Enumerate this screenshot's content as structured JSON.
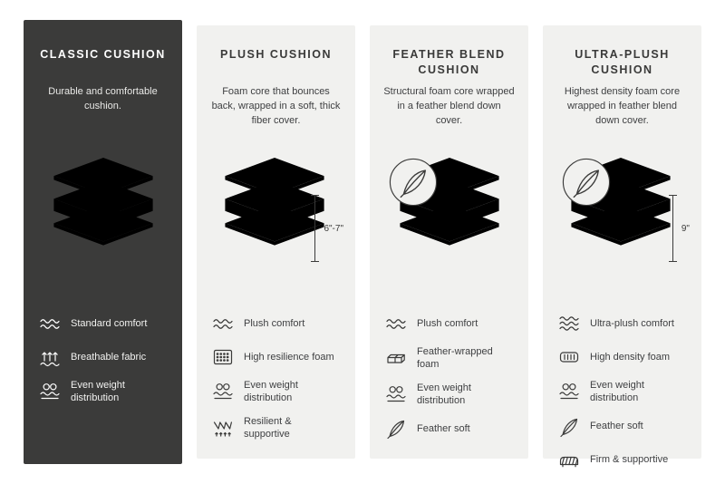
{
  "colors": {
    "dark_panel": "#3b3b3a",
    "light_panel": "#f1f1ef",
    "foam_top": "#c9e6ee",
    "foam_side": "#def0f5",
    "line_dark": "#3b3b3a",
    "line_light": "#ffffff"
  },
  "columns": [
    {
      "title": "CLASSIC CUSHION",
      "description": "Durable and comfortable cushion.",
      "features": [
        {
          "icon": "waves-icon",
          "label": "Standard comfort"
        },
        {
          "icon": "breathable-icon",
          "label": "Breathable fabric"
        },
        {
          "icon": "weight-distribution-icon",
          "label": "Even weight distribution"
        }
      ]
    },
    {
      "title": "PLUSH CUSHION",
      "description": "Foam core that bounces back, wrapped in a soft, thick fiber cover.",
      "height_label": "6\"-7\"",
      "features": [
        {
          "icon": "waves-icon",
          "label": "Plush comfort"
        },
        {
          "icon": "foam-bubbles-icon",
          "label": "High resilience foam"
        },
        {
          "icon": "weight-distribution-icon",
          "label": "Even weight distribution"
        },
        {
          "icon": "spring-icon",
          "label": "Resilient & supportive"
        }
      ]
    },
    {
      "title": "FEATHER BLEND CUSHION",
      "description": "Structural foam core wrapped in a feather blend down cover.",
      "features": [
        {
          "icon": "waves-icon",
          "label": "Plush comfort"
        },
        {
          "icon": "foam-bricks-icon",
          "label": "Feather-wrapped foam"
        },
        {
          "icon": "weight-distribution-icon",
          "label": "Even weight distribution"
        },
        {
          "icon": "feather-icon",
          "label": "Feather soft"
        }
      ]
    },
    {
      "title": "ULTRA-PLUSH CUSHION",
      "description": "Highest density foam core wrapped in feather blend down cover.",
      "height_label": "9\"",
      "features": [
        {
          "icon": "waves3-icon",
          "label": "Ultra-plush comfort"
        },
        {
          "icon": "density-foam-icon",
          "label": "High density foam"
        },
        {
          "icon": "weight-distribution-icon",
          "label": "Even weight distribution"
        },
        {
          "icon": "feather-icon",
          "label": "Feather soft"
        },
        {
          "icon": "firm-mattress-icon",
          "label": "Firm & supportive"
        }
      ]
    }
  ]
}
